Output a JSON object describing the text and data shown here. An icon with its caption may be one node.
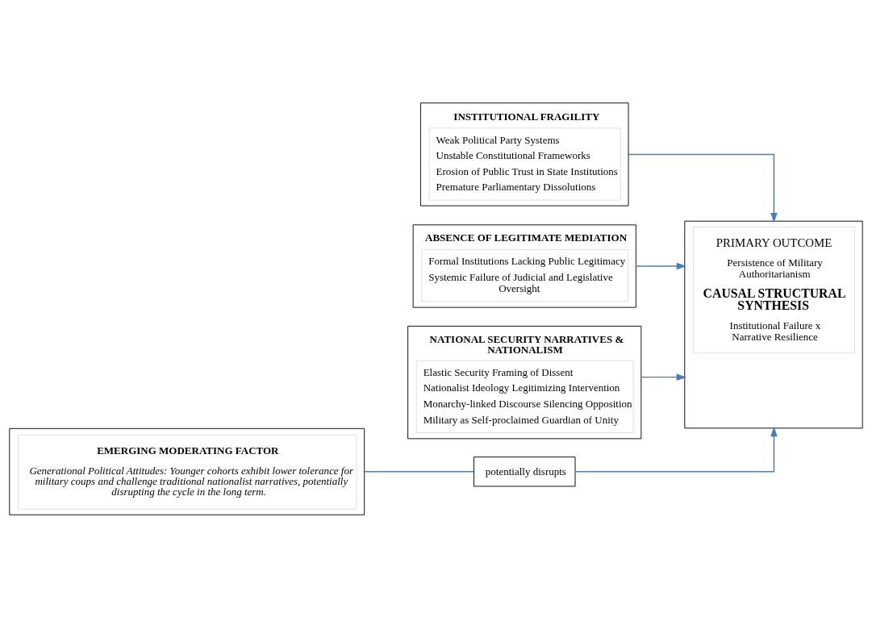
{
  "diagram": {
    "nodes": [
      {
        "text": [
          "INSTITUTIONAL FRAGILITY",
          "Weak Political Party Systems",
          "Unstable Constitutional Frameworks",
          "Erosion of Public Trust in State Institutions",
          "Premature Parliamentary Dissolutions"
        ]
      },
      {
        "text": [
          "ABSENCE OF LEGITIMATE MEDIATION",
          "Formal Institutions Lacking Public Legitimacy",
          "Systemic Failure of Judicial and Legislative Oversight"
        ]
      },
      {
        "text": [
          "NATIONAL SECURITY NARRATIVES & NATIONALISM",
          "Elastic Security Framing of Dissent",
          "Nationalist Ideology Legitimizing Intervention",
          "Monarchy-linked Discourse Silencing Opposition",
          "Military as Self-proclaimed Guardian of Unity"
        ]
      },
      {
        "text": [
          "PRIMARY OUTCOME",
          "Persistence of Military Authoritarianism",
          "CAUSAL STRUCTURAL SYNTHESIS",
          "Institutional Failure x Narrative Resilience"
        ]
      },
      {
        "text": [
          "potentially disrupts"
        ]
      },
      {
        "text": [
          "EMERGING MODERATING FACTOR",
          "Generational Political Attitudes: Younger cohorts exhibit lower tolerance for military coups and challenge traditional nationalist narratives, potentially disrupting the cycle in the long term."
        ]
      }
    ],
    "edges": [
      {
        "from": 0,
        "to": 3,
        "arrow": "to"
      },
      {
        "from": 1,
        "to": 3,
        "arrow": "to"
      },
      {
        "from": 2,
        "to": 3,
        "arrow": "to"
      },
      {
        "from": 5,
        "to": 4,
        "arrow": "none"
      },
      {
        "from": 4,
        "to": 3,
        "arrow": "to"
      }
    ]
  }
}
